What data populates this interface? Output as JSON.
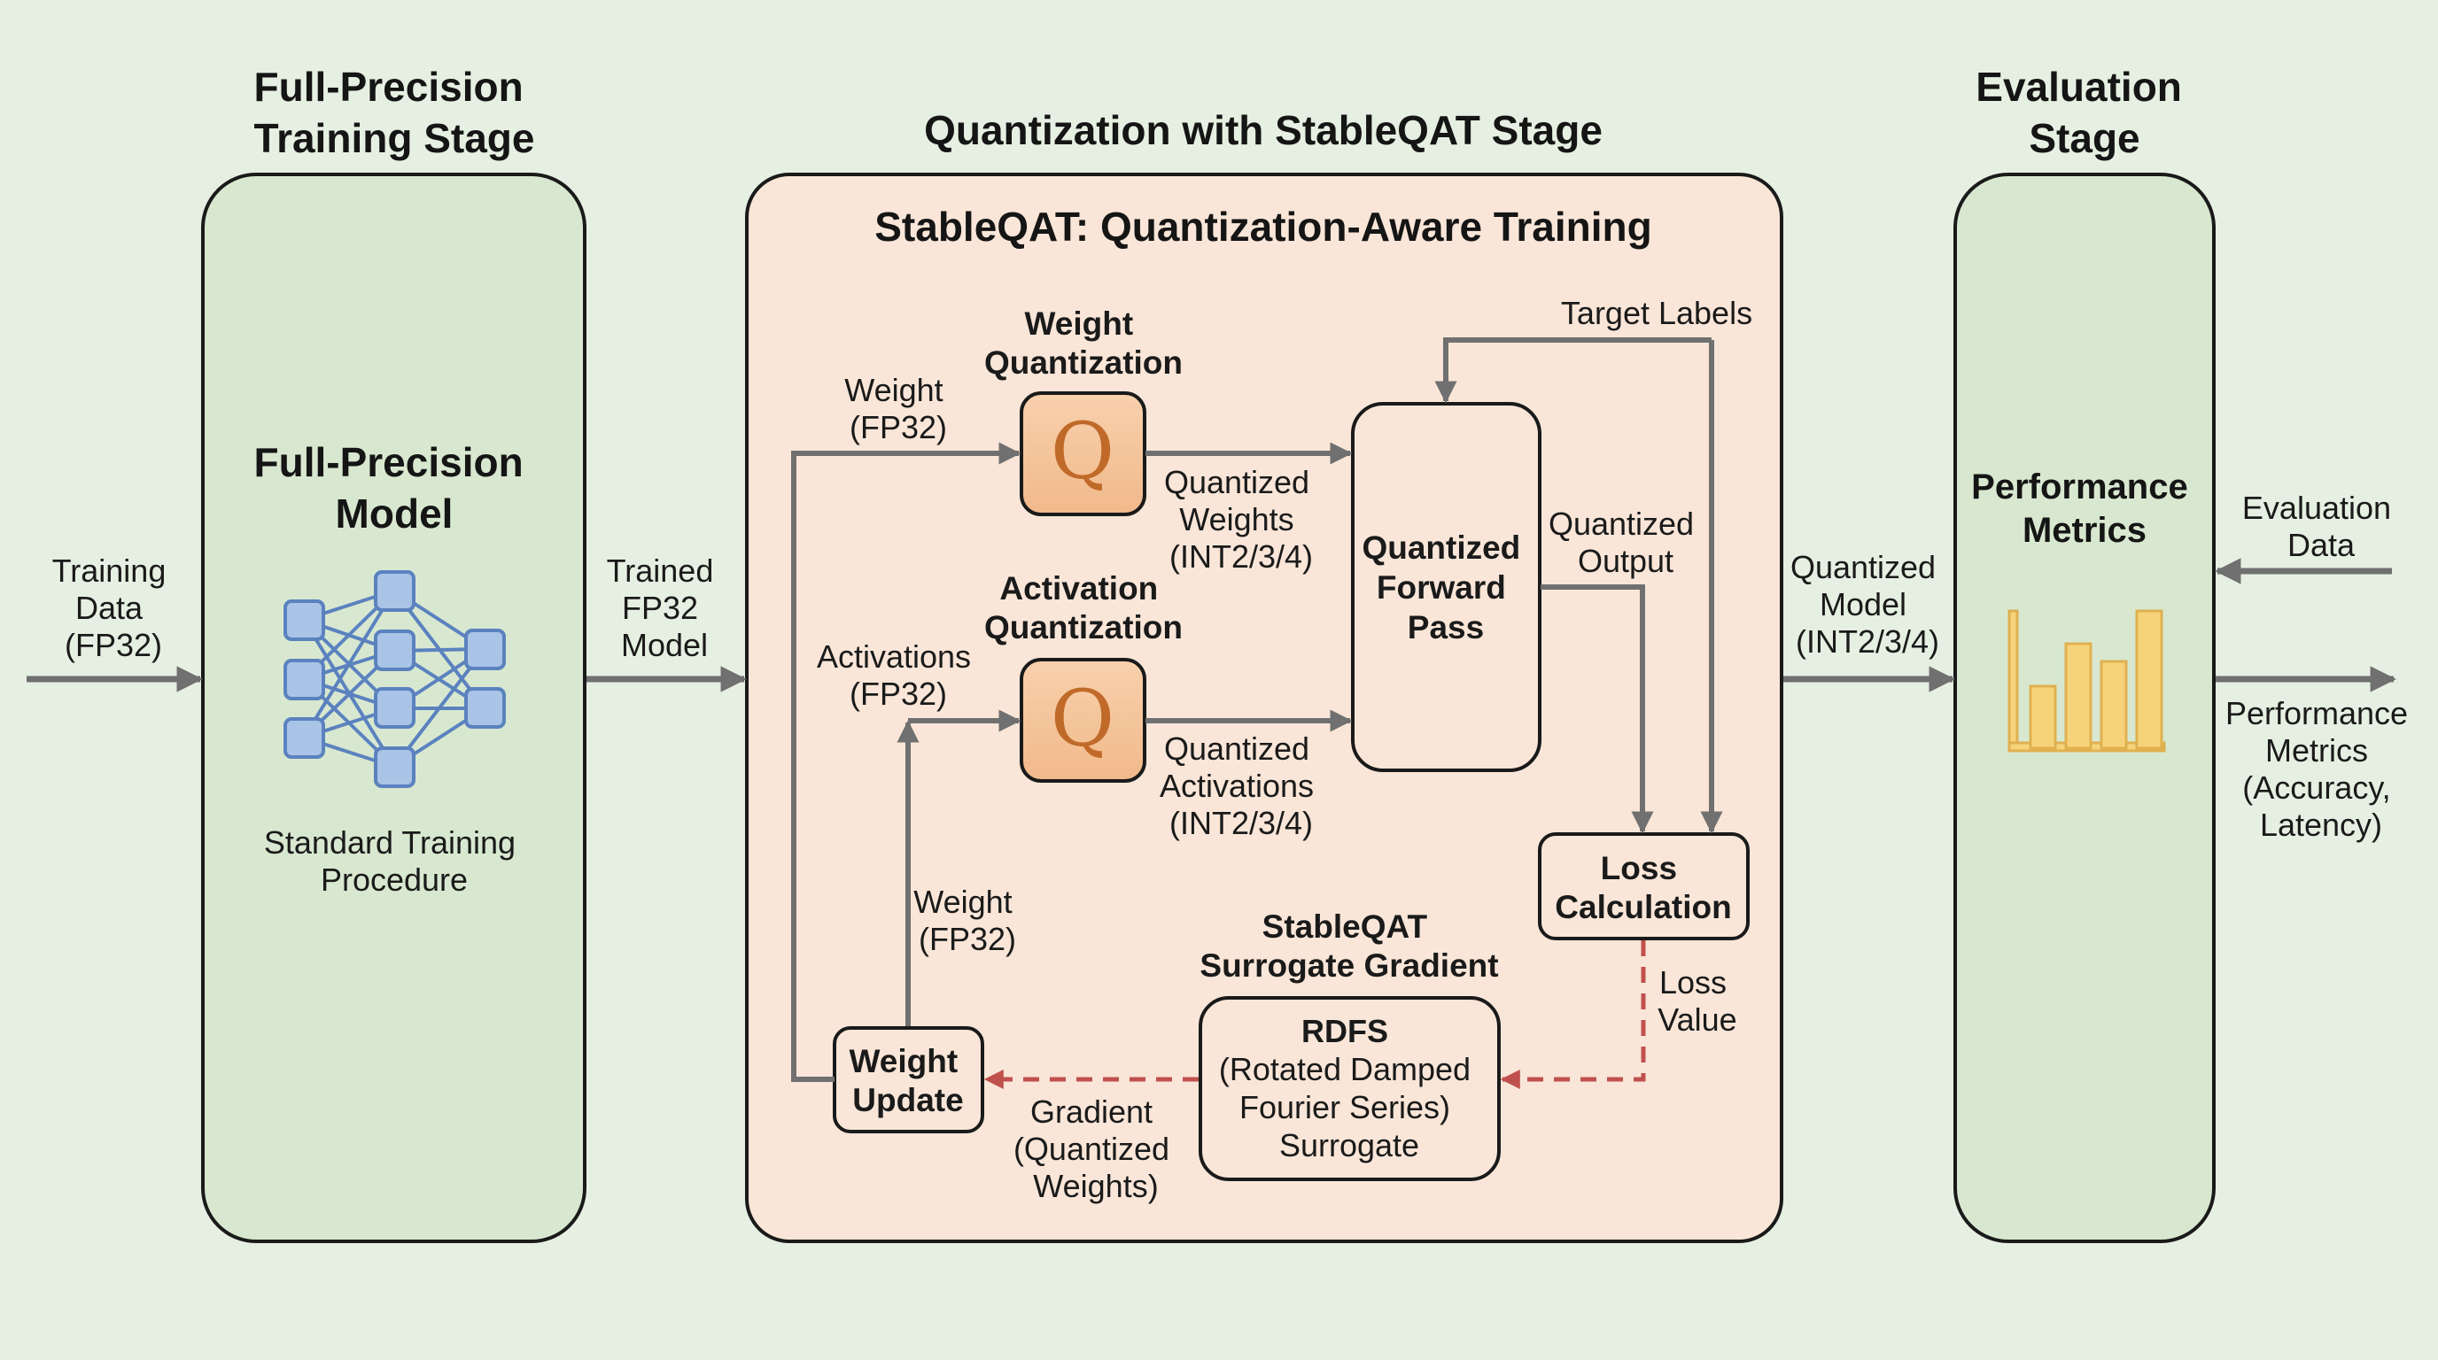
{
  "colors": {
    "background": "#e6f0e2",
    "stage_green": "#d8e8d0",
    "stage_peach": "#f9e6d8",
    "q_box": "#f4c49a",
    "q_glyph": "#c06a2a",
    "arrow_gray": "#707070",
    "dashed_red": "#c0504d",
    "nn_node": "#a9c4e6",
    "nn_edge": "#5b82bf",
    "metrics_icon": "#f6d37a"
  },
  "stages": {
    "full_precision": {
      "title_line1": "Full-Precision",
      "title_line2": "Training Stage",
      "model_line1": "Full-Precision",
      "model_line2": "Model",
      "caption_line1": "Standard Training",
      "caption_line2": "Procedure"
    },
    "quantization": {
      "title": "Quantization with StableQAT Stage",
      "inner_title": "StableQAT: Quantization-Aware Training"
    },
    "evaluation": {
      "title_line1": "Evaluation",
      "title_line2": "Stage",
      "metrics_line1": "Performance",
      "metrics_line2": "Metrics"
    }
  },
  "flow_labels": {
    "training_data": [
      "Training",
      "Data",
      "(FP32)"
    ],
    "trained_model": [
      "Trained",
      "FP32",
      "Model"
    ],
    "quantized_model": [
      "Quantized",
      "Model",
      "(INT2/3/4)"
    ],
    "evaluation_data": [
      "Evaluation",
      "Data"
    ],
    "performance_output": [
      "Performance",
      "Metrics",
      "(Accuracy,",
      "Latency)"
    ]
  },
  "nodes": {
    "weight_quant": {
      "title": [
        "Weight",
        "Quantization"
      ],
      "glyph": "Q"
    },
    "act_quant": {
      "title": [
        "Activation",
        "Quantization"
      ],
      "glyph": "Q"
    },
    "forward_pass": [
      "Quantized",
      "Forward",
      "Pass"
    ],
    "loss_calc": [
      "Loss",
      "Calculation"
    ],
    "surrogate_title": [
      "StableQAT",
      "Surrogate Gradient"
    ],
    "rdfs": [
      "RDFS",
      "(Rotated Damped",
      "Fourier Series)",
      "Surrogate"
    ],
    "weight_update": [
      "Weight",
      "Update"
    ]
  },
  "edge_labels": {
    "weight_fp32_in": [
      "Weight",
      "(FP32)"
    ],
    "activations_fp32": [
      "Activations",
      "(FP32)"
    ],
    "quantized_weights": [
      "Quantized",
      "Weights",
      "(INT2/3/4)"
    ],
    "quantized_activations": [
      "Quantized",
      "Activations",
      "(INT2/3/4)"
    ],
    "target_labels": "Target Labels",
    "quantized_output": [
      "Quantized",
      "Output"
    ],
    "loss_value": [
      "Loss",
      "Value"
    ],
    "gradient": [
      "Gradient",
      "(Quantized",
      "Weights)"
    ],
    "weight_fp32_loop": [
      "Weight",
      "(FP32)"
    ]
  }
}
